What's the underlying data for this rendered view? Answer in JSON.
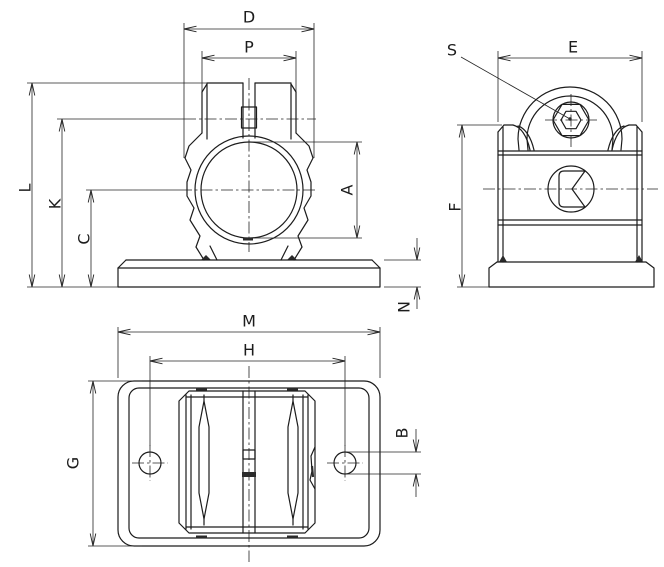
{
  "drawing": {
    "background_color": "#ffffff",
    "line_color": "#1c1c1c",
    "accent_color": "#c41616",
    "front_view": {
      "labels": {
        "d": "D",
        "p": "P",
        "l": "L",
        "k": "K",
        "c": "C",
        "a": "A",
        "n": "N"
      }
    },
    "side_view": {
      "labels": {
        "s": "S",
        "e": "E",
        "f": "F"
      }
    },
    "bottom_view": {
      "labels": {
        "m": "M",
        "h": "H",
        "g": "G",
        "b": "B"
      }
    }
  }
}
